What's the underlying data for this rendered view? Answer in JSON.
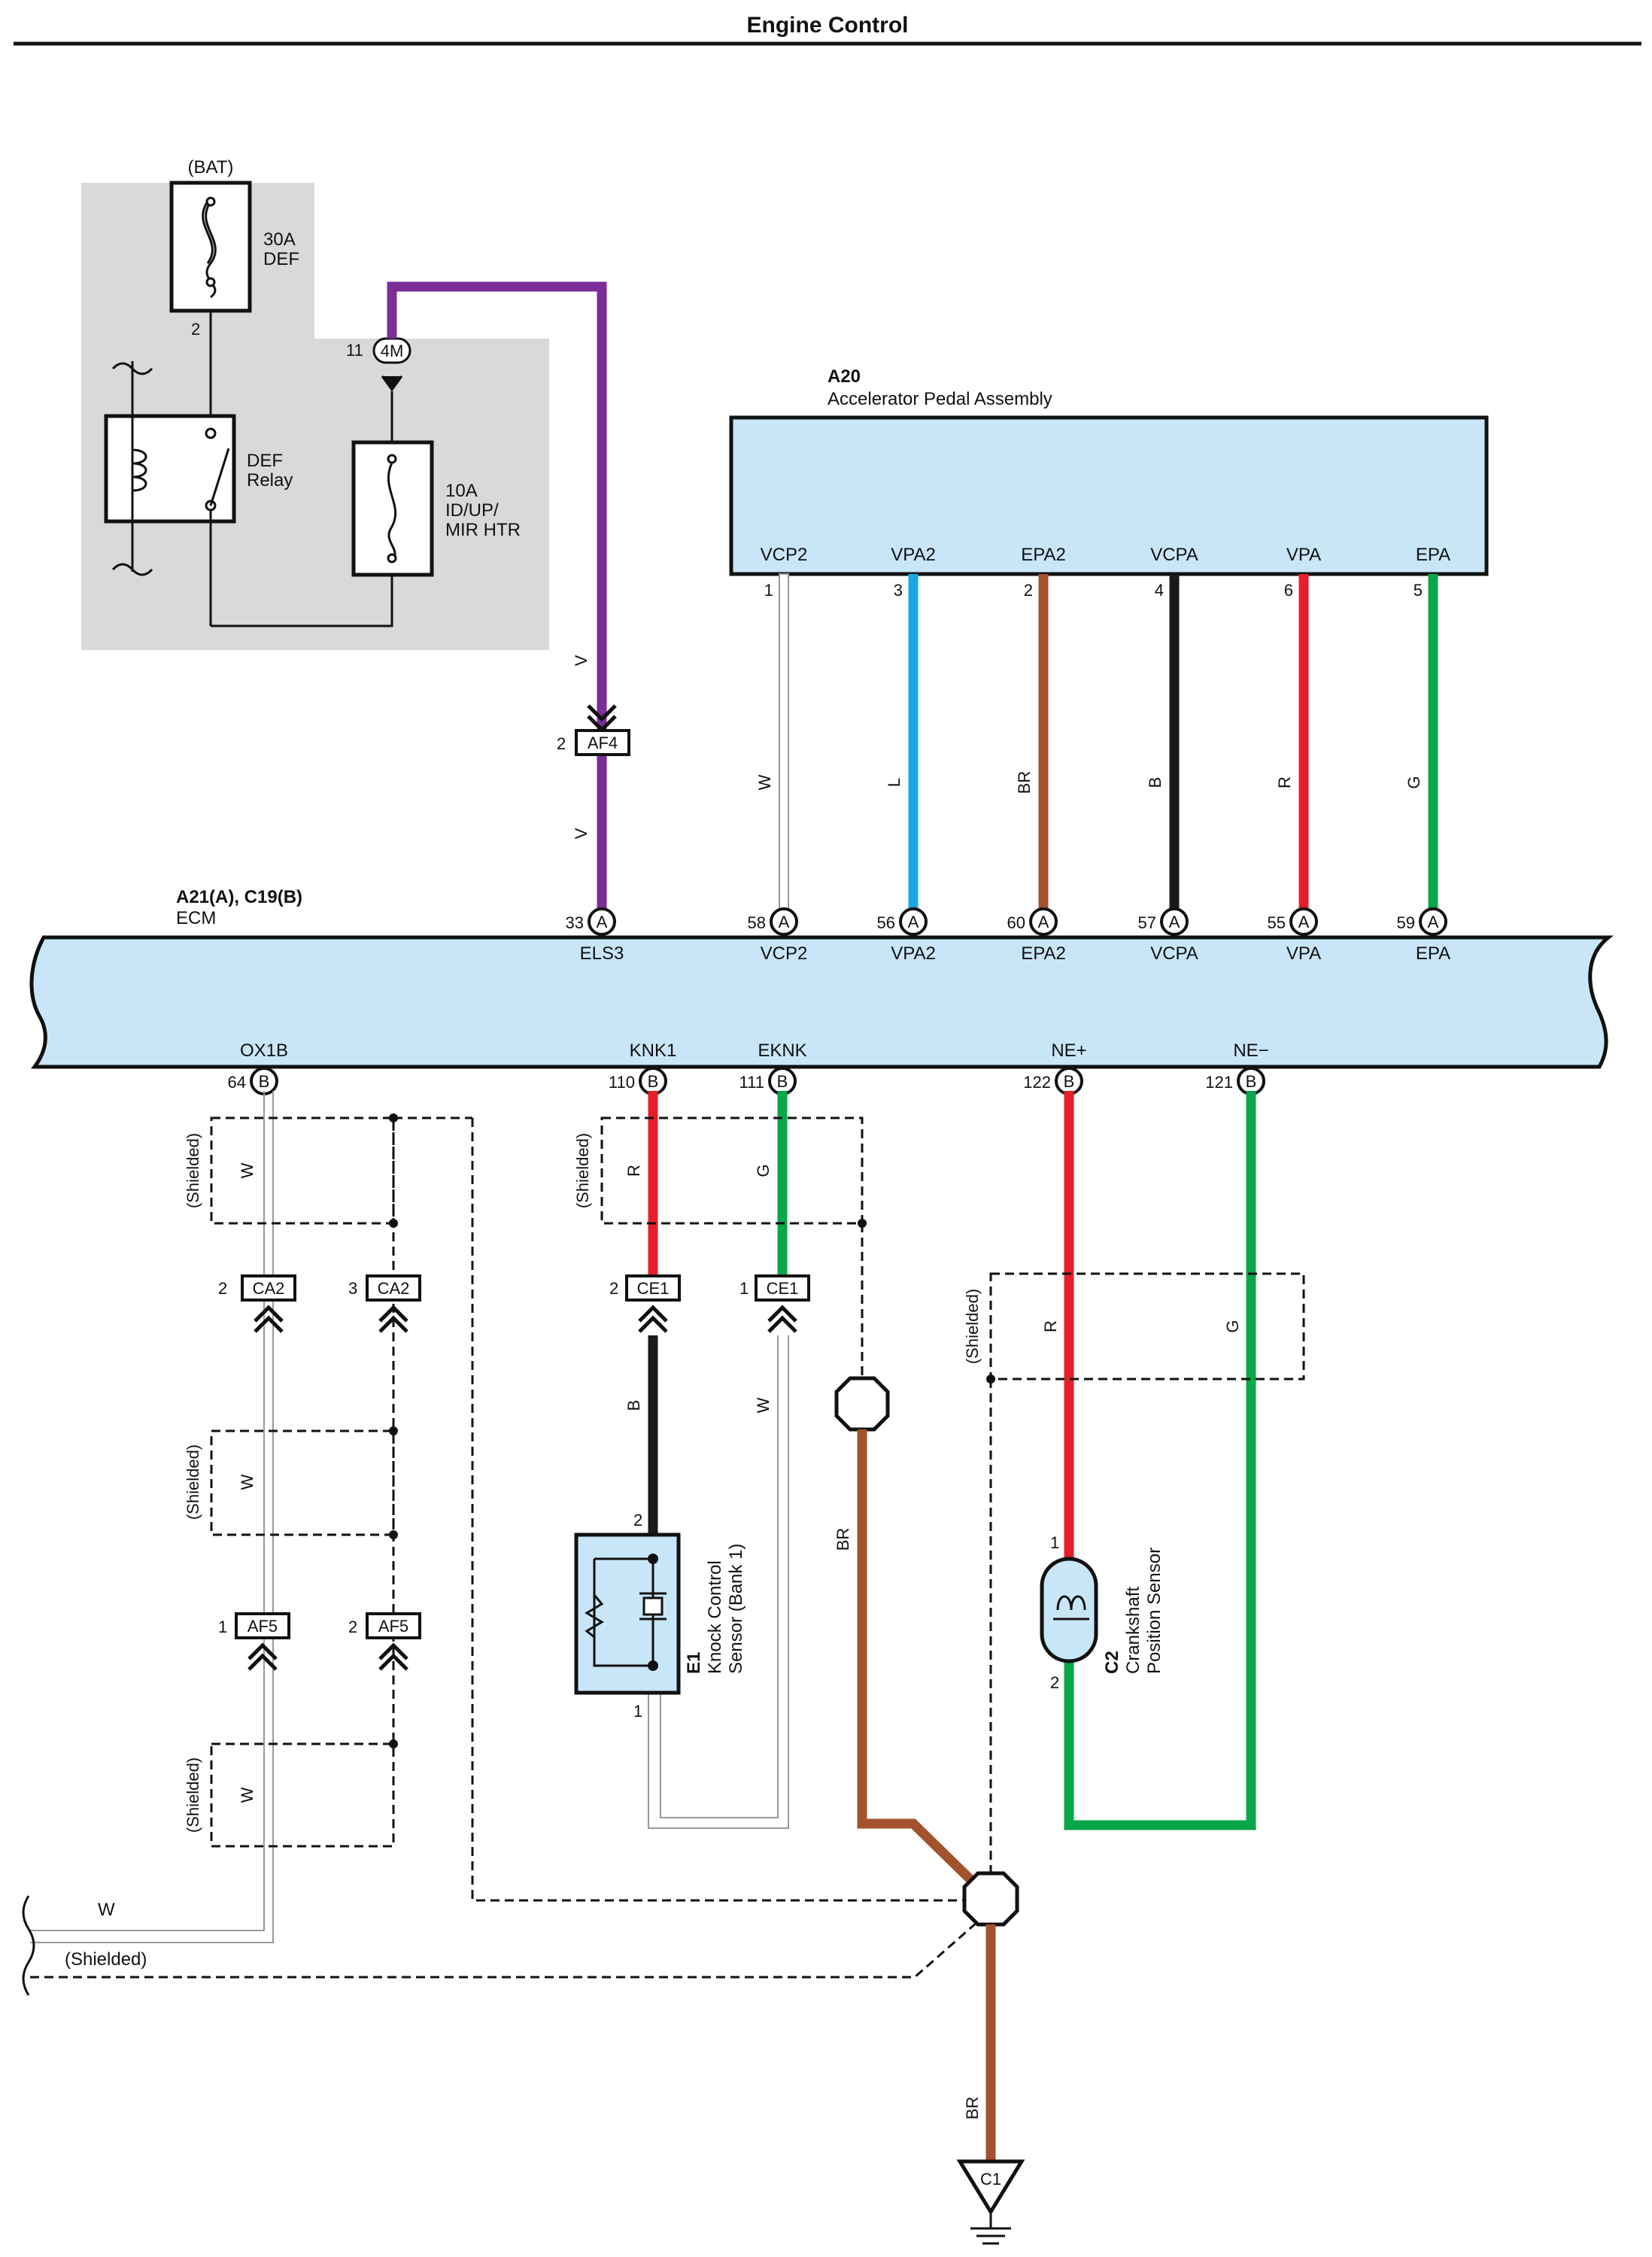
{
  "title": "Engine Control",
  "colors": {
    "purple": "#7b2d98",
    "blue": "#1aa6e6",
    "brown": "#a2532e",
    "black": "#1a1a1a",
    "red": "#e51f2a",
    "green": "#0aa64a",
    "white_wire": "#aaaaaa",
    "component_fill": "#c8e6f8",
    "shade": "#d9d9d9"
  },
  "battery_circuit": {
    "bat_label": "(BAT)",
    "fuse1_rating": "30A",
    "fuse1_name": "DEF",
    "fuse1_pin": "2",
    "relay_line1": "DEF",
    "relay_line2": "Relay",
    "fuse2_rating": "10A",
    "fuse2_line2": "ID/UP/",
    "fuse2_line3": "MIR HTR",
    "conn_4m_pin": "11",
    "conn_4m": "4M"
  },
  "wire_v": {
    "color_code1": "V",
    "color_code2": "V",
    "af4_pin": "2",
    "af4": "AF4"
  },
  "a20": {
    "ref": "A20",
    "name": "Accelerator Pedal Assembly",
    "terminals": [
      {
        "name": "VCP2",
        "pin": "1",
        "color_code": "W"
      },
      {
        "name": "VPA2",
        "pin": "3",
        "color_code": "L"
      },
      {
        "name": "EPA2",
        "pin": "2",
        "color_code": "BR"
      },
      {
        "name": "VCPA",
        "pin": "4",
        "color_code": "B"
      },
      {
        "name": "VPA",
        "pin": "6",
        "color_code": "R"
      },
      {
        "name": "EPA",
        "pin": "5",
        "color_code": "G"
      }
    ]
  },
  "ecm": {
    "ref": "A21(A), C19(B)",
    "name": "ECM",
    "top_pins": [
      {
        "pin": "33",
        "conn": "A",
        "name": "ELS3"
      },
      {
        "pin": "58",
        "conn": "A",
        "name": "VCP2"
      },
      {
        "pin": "56",
        "conn": "A",
        "name": "VPA2"
      },
      {
        "pin": "60",
        "conn": "A",
        "name": "EPA2"
      },
      {
        "pin": "57",
        "conn": "A",
        "name": "VCPA"
      },
      {
        "pin": "55",
        "conn": "A",
        "name": "VPA"
      },
      {
        "pin": "59",
        "conn": "A",
        "name": "EPA"
      }
    ],
    "bottom_pins": [
      {
        "pin": "64",
        "conn": "B",
        "name": "OX1B"
      },
      {
        "pin": "110",
        "conn": "B",
        "name": "KNK1"
      },
      {
        "pin": "111",
        "conn": "B",
        "name": "EKNK"
      },
      {
        "pin": "122",
        "conn": "B",
        "name": "NE+"
      },
      {
        "pin": "121",
        "conn": "B",
        "name": "NE−"
      }
    ]
  },
  "ox_circuit": {
    "shielded": "(Shielded)",
    "w": "W",
    "ca2_left_pin": "2",
    "ca2_right_pin": "3",
    "ca2": "CA2",
    "af5_left_pin": "1",
    "af5_right_pin": "2",
    "af5": "AF5",
    "bottom_w": "W",
    "bottom_shielded": "(Shielded)"
  },
  "knock_circuit": {
    "shielded": "(Shielded)",
    "r": "R",
    "g": "G",
    "b": "B",
    "w": "W",
    "ce1_left_pin": "2",
    "ce1_right_pin": "1",
    "ce1": "CE1",
    "sensor_pin_top": "2",
    "sensor_pin_bottom": "1",
    "sensor_ref": "E1",
    "sensor_line1": "Knock Control",
    "sensor_line2": "Sensor (Bank 1)",
    "br": "BR"
  },
  "crank_circuit": {
    "shielded": "(Shielded)",
    "r": "R",
    "g": "G",
    "pin_top": "1",
    "pin_bottom": "2",
    "sensor_ref": "C2",
    "sensor_line1": "Crankshaft",
    "sensor_line2": "Position Sensor"
  },
  "ground": {
    "br": "BR",
    "ref": "C1"
  }
}
